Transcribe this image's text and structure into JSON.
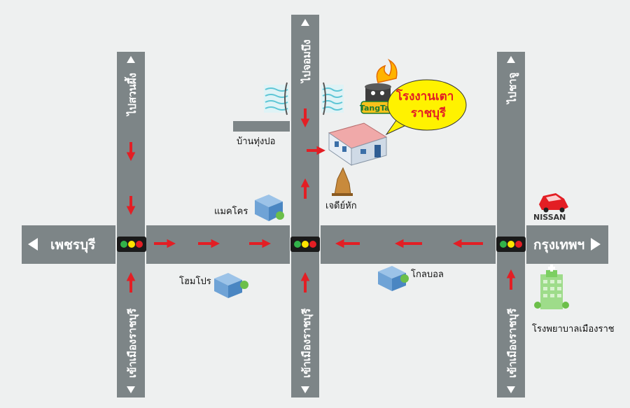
{
  "map": {
    "roads": {
      "west_label": "เพชรบุรี",
      "east_label": "กรุงเทพฯ",
      "left_up_label": "ไปสวนผึ้ง",
      "center_up_label": "ไปจอมบึง",
      "right_up_label": "ไปชาจู",
      "left_down_label": "เข้าเมืองราชบุรี",
      "center_down_label": "เข้าเมืองราชบุรี",
      "right_down_label": "เข้าเมืองราชบุรี"
    },
    "landmarks": {
      "village": "บ้านทุ่งปอ",
      "pagoda": "เจดีย์หัก",
      "makro": "แมคโคร",
      "homepro": "โฮมโปร",
      "global": "โกลบอล",
      "hospital": "โรงพยาบาลเมืองราช",
      "nissan": "NISSAN",
      "factory_callout": "โรงงานเตา ราชบุรี",
      "brand": "TangTao"
    },
    "colors": {
      "road": "#7d8587",
      "arrow": "#e31e24",
      "callout": "#fff200",
      "callout_text": "#e31e24",
      "light_red": "#e31e24",
      "light_yellow": "#ffe400",
      "light_green": "#32b34a"
    }
  }
}
